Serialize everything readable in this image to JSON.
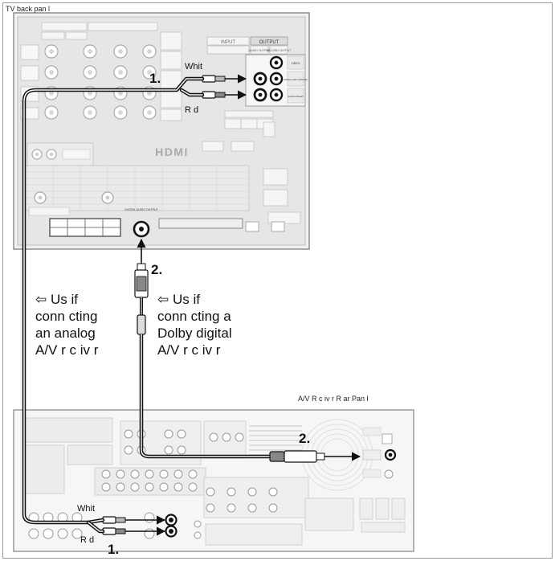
{
  "labels": {
    "tv_back_panel": "TV back pan l",
    "receiver_rear_panel": "A/V R c iv r R ar Pan l",
    "tv_white": "Whit",
    "tv_red": "R d",
    "rcv_white": "Whit",
    "rcv_red": "R d",
    "step1_tv": "1.",
    "step1_rcv": "1.",
    "step2_tv": "2.",
    "step2_rcv": "2.",
    "hdmi_logo": "HDMI",
    "digital_audio_output": "DIGITAL AUDIO OUTPUT"
  },
  "tv_panel": {
    "input": "INPUT",
    "output": "OUTPUT",
    "audio_output": "AUDIO OUTPUT",
    "record_output": "RECORD OUTPUT",
    "video": "VIDEO",
    "audio_left": "AUDIO LEFT (MONO)",
    "audio_right": "AUDIO RIGHT"
  },
  "notes": {
    "analog": [
      "⇦ Us   if",
      "conn  cting",
      "an analog",
      "A/V r  c  iv  r"
    ],
    "digital": [
      "⇦ Us   if",
      "conn  cting a",
      "Dolby digital",
      "A/V r  c  iv  r"
    ]
  }
}
